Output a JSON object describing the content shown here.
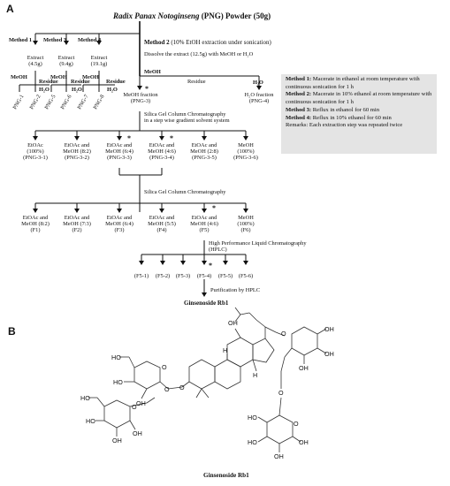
{
  "panel_a": {
    "letter": "A",
    "title_italic": "Radix Panax Notoginseng",
    "title_rest": "(PNG) Powder (50g)",
    "method_1": "Method 1",
    "method_3": "Method 3",
    "method_4": "Method 4",
    "method_2_bold": "Method 2",
    "method_2_rest": "(10% EtOH extraction under sonication)",
    "dissolve": "Dissolve the extract (12.5g) with MeOH or H₂O",
    "extract_1": "Extract",
    "extract_1_mass": "(4.5g)",
    "extract_3": "Extract",
    "extract_3_mass": "(9.4g)",
    "extract_4": "Extract",
    "extract_4_mass": "(19.1g)",
    "meoh": "MeOH",
    "residue": "Residue",
    "h2o": "H₂O",
    "png_labels": [
      "PNG-1",
      "PNG-2",
      "PNG-5",
      "PNG-6",
      "PNG-7",
      "PNG-8"
    ],
    "meoh_fraction": "MeOH fraction",
    "meoh_fraction_id": "(PNG-3)",
    "h2o_fraction": "H₂O fraction",
    "h2o_fraction_id": "(PNG-4)",
    "silica_1": "Silica Gel Column Chromatography",
    "silica_1_b": "in a step wise gradient solvent system",
    "fractions_1": [
      [
        "EtOAc",
        "(100%)",
        "(PNG-3-1)"
      ],
      [
        "EtOAc and",
        "MeOH (8:2)",
        "(PNG-3-2)"
      ],
      [
        "EtOAc and",
        "MeOH (6:4)",
        "(PNG-3-3)"
      ],
      [
        "EtOAc and",
        "MeOH (4:6)",
        "(PNG-3-4)"
      ],
      [
        "EtOAc and",
        "MeOH (2:8)",
        "(PNG-3-5)"
      ],
      [
        "MeOH",
        "(100%)",
        "(PNG-3-6)"
      ]
    ],
    "silica_2": "Silica Gel Column Chromatography",
    "fractions_2": [
      [
        "EtOAc and",
        "MeOH (8:2)",
        "(F1)"
      ],
      [
        "EtOAc and",
        "MeOH (7:3)",
        "(F2)"
      ],
      [
        "EtOAc and",
        "MeOH (6:4)",
        "(F3)"
      ],
      [
        "EtOAc and",
        "MeOH (5:5)",
        "(F4)"
      ],
      [
        "EtOAc and",
        "MeOH (4:6)",
        "(F5)"
      ],
      [
        "MeOH",
        "(100%)",
        "(F6)"
      ]
    ],
    "hplc_1": "High Performance Liquid Chromatography",
    "hplc_2": "(HPLC)",
    "fractions_3": [
      "(F5-1)",
      "(F5-2)",
      "(F5-3)",
      "(F5-4)",
      "(F5-5)",
      "(F5-6)"
    ],
    "purification": "Purification by HPLC",
    "final": "Ginsenoside Rb1",
    "star": "*"
  },
  "remarks": {
    "m1_bold": "Method 1:",
    "m1_text": "Macerate in ethanol at room temperature with continuous sonication for 1 h",
    "m2_bold": "Method 2:",
    "m2_text": "Macerate in 10% ethanol at room temperature with continuous sonication for 1 h",
    "m3_bold": "Method 3:",
    "m3_text": "Reflux in ethanol for 60 min",
    "m4_bold": "Method 4:",
    "m4_text": "Reflux in 10% ethanol for 60 min",
    "note": "Remarks: Each extraction step was repeated twice"
  },
  "panel_b": {
    "letter": "B",
    "caption": "Ginsenoside Rb1",
    "atom_ho": "HO",
    "atom_oh": "OH",
    "atom_o": "O",
    "atom_h": "H"
  }
}
